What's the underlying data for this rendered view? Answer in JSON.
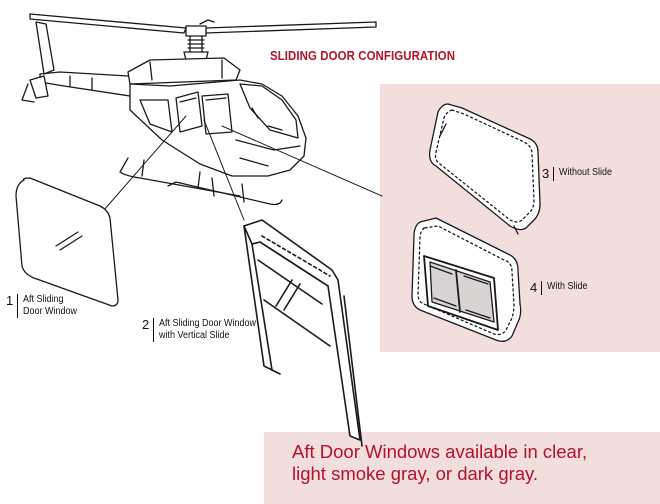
{
  "title": "SLIDING DOOR CONFIGURATION",
  "callouts": [
    {
      "number": "1",
      "line1": "Aft Sliding",
      "line2": "Door Window"
    },
    {
      "number": "2",
      "line1": "Aft Sliding Door Window",
      "line2": "with Vertical Slide"
    },
    {
      "number": "3",
      "line1": "Without Slide",
      "line2": ""
    },
    {
      "number": "4",
      "line1": "With Slide",
      "line2": ""
    }
  ],
  "note": {
    "line1": "Aft Door Windows available in clear,",
    "line2": "light smoke gray, or dark gray."
  },
  "colors": {
    "accent": "#b5122b",
    "panel": "#f1dedd",
    "line": "#1a1a1a"
  }
}
